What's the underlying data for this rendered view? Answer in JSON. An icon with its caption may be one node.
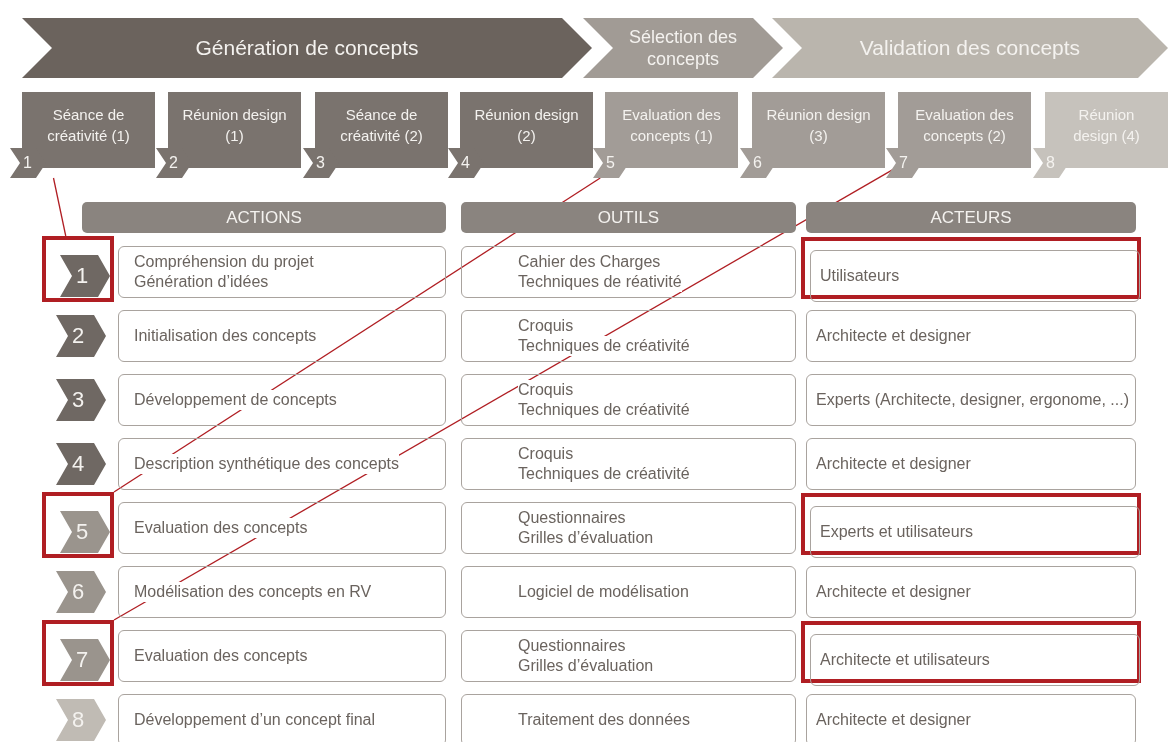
{
  "diagram": {
    "nodes": [
      {
        "text": [
          "Génération de concepts"
        ]
      },
      {
        "text": [
          "Sélection des concepts"
        ]
      },
      {
        "text": [
          "Validation des concepts"
        ]
      },
      {
        "text": [
          "Séance de créativité (1)",
          "1"
        ]
      },
      {
        "text": [
          "Réunion design (1)",
          "2"
        ]
      },
      {
        "text": [
          "Séance de créativité (2)",
          "3"
        ]
      },
      {
        "text": [
          "Réunion design (2)",
          "4"
        ]
      },
      {
        "text": [
          "Evaluation des concepts (1)",
          "5"
        ]
      },
      {
        "text": [
          "Réunion design (3)",
          "6"
        ]
      },
      {
        "text": [
          "Evaluation des concepts (2)",
          "7"
        ]
      },
      {
        "text": [
          "Réunion design (4)",
          "8"
        ]
      },
      {
        "text": [
          "ACTIONS"
        ]
      },
      {
        "text": [
          "OUTILS"
        ]
      },
      {
        "text": [
          "ACTEURS"
        ]
      },
      {
        "text": [],
        "shape": "box"
      },
      {
        "text": [
          "1"
        ],
        "in": 14
      },
      {
        "text": [
          "Compréhension du projet",
          "Génération d’idées"
        ]
      },
      {
        "text": [
          "Cahier des Charges",
          "Techniques de réativité"
        ]
      },
      {
        "text": [],
        "shape": "box"
      },
      {
        "text": [
          "Utilisateurs"
        ],
        "in": 18
      },
      {
        "text": [
          "2"
        ]
      },
      {
        "text": [
          "Initialisation des concepts"
        ]
      },
      {
        "text": [
          "Croquis",
          "Techniques de créativité"
        ]
      },
      {
        "text": [
          "Architecte et designer"
        ]
      },
      {
        "text": [
          "3"
        ]
      },
      {
        "text": [
          "Développement de concepts"
        ]
      },
      {
        "text": [
          "Croquis",
          "Techniques de créativité"
        ]
      },
      {
        "text": [
          "Experts (Architecte, designer, ergonome, ...)"
        ]
      },
      {
        "text": [
          "4"
        ]
      },
      {
        "text": [
          "Description synthétique des concepts"
        ]
      },
      {
        "text": [
          "Croquis",
          "Techniques de créativité"
        ]
      },
      {
        "text": [
          "Architecte et designer"
        ]
      },
      {
        "text": [],
        "shape": "box"
      },
      {
        "text": [
          "5"
        ],
        "in": 32
      },
      {
        "text": [
          "Evaluation des concepts"
        ]
      },
      {
        "text": [
          "Questionnaires",
          "Grilles d’évaluation"
        ]
      },
      {
        "text": [],
        "shape": "box"
      },
      {
        "text": [
          "Experts et utilisateurs"
        ],
        "in": 36
      },
      {
        "text": [
          "6"
        ]
      },
      {
        "text": [
          "Modélisation des concepts en RV"
        ]
      },
      {
        "text": [
          "Logiciel de modélisation"
        ]
      },
      {
        "text": [
          "Architecte et designer"
        ]
      },
      {
        "text": [],
        "shape": "box"
      },
      {
        "text": [
          "7"
        ],
        "in": 42
      },
      {
        "text": [
          "Evaluation des concepts"
        ]
      },
      {
        "text": [
          "Questionnaires",
          "Grilles d’évaluation"
        ]
      },
      {
        "text": [],
        "shape": "box"
      },
      {
        "text": [
          "Architecte et utilisateurs"
        ],
        "in": 46
      },
      {
        "text": [
          "8"
        ]
      },
      {
        "text": [
          "Développement d’un concept final"
        ]
      },
      {
        "text": [
          "Traitement des données"
        ]
      },
      {
        "text": [
          "Architecte et designer"
        ]
      }
    ],
    "edges": [
      {
        "from": 3,
        "to": 14,
        "arrow": "none"
      },
      {
        "from": 7,
        "to": 32,
        "arrow": "none"
      },
      {
        "from": 9,
        "to": 42,
        "arrow": "none"
      }
    ]
  }
}
